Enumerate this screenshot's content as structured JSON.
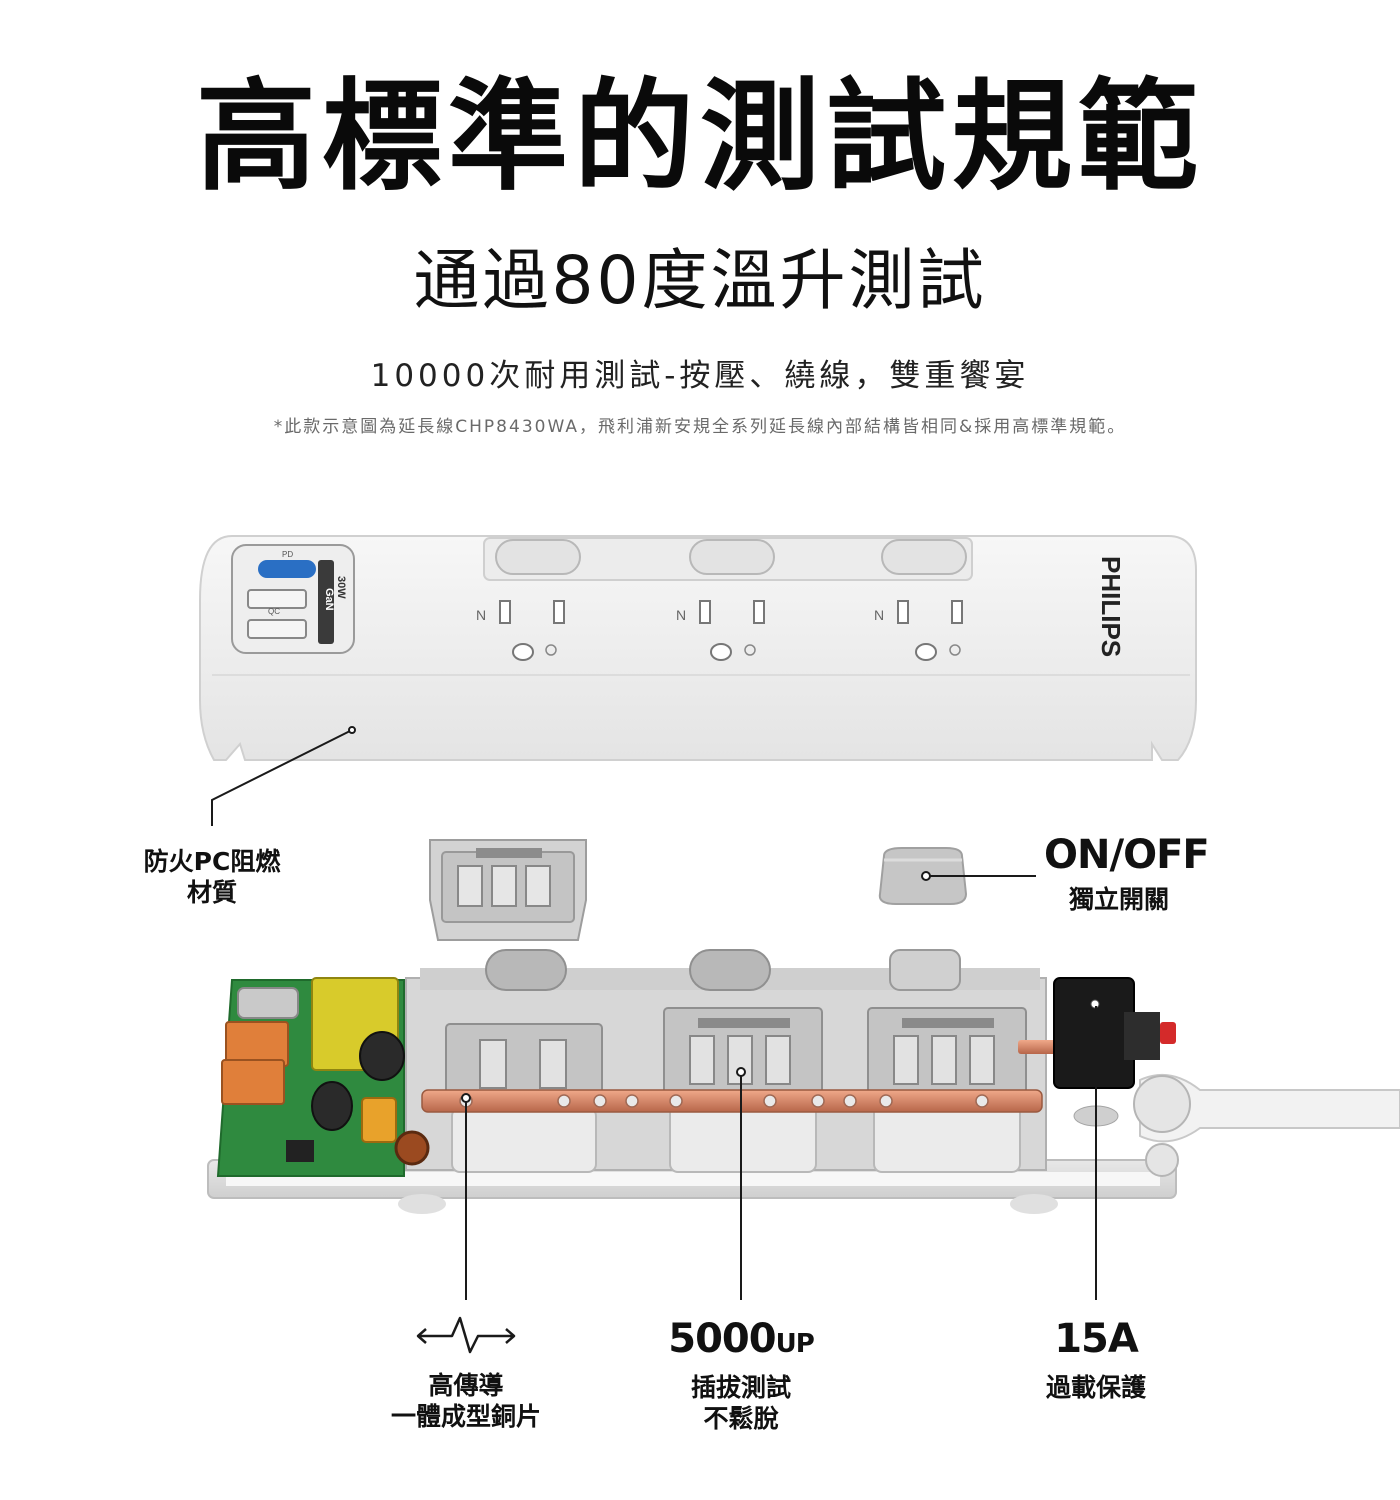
{
  "header": {
    "title": "高標準的測試規範",
    "subtitle": "通過80度溫升測試",
    "tagline": "10000次耐用測試-按壓、繞線，雙重饗宴",
    "footnote": "*此款示意圖為延長線CHP8430WA，飛利浦新安規全系列延長線內部結構皆相同&採用高標準規範。"
  },
  "product": {
    "brand": "PHILIPS",
    "port_labels": {
      "pd": "PD",
      "qc": "QC",
      "power": "30W",
      "gan": "GaN"
    },
    "socket_letter": "N"
  },
  "callouts": {
    "material": {
      "line1": "防火PC阻燃",
      "line2": "材質"
    },
    "switch": {
      "headline": "ON/OFF",
      "line1": "獨立開關"
    },
    "copper": {
      "line1": "高傳導",
      "line2": "一體成型銅片",
      "icon": "current-wave-icon"
    },
    "plug_test": {
      "headline": "5000",
      "suffix": "UP",
      "line1": "插拔測試",
      "line2": "不鬆脫"
    },
    "overload": {
      "headline": "15A",
      "line1": "過載保護"
    }
  },
  "colors": {
    "shell": "#f1f1f1",
    "module": "#c9c9c9",
    "pcb": "#2f8a3f",
    "copper": "#d9886a",
    "usb_c": "#2a6fc4",
    "usb_a": "#e07f3a",
    "transformer": "#d8cb2b",
    "switch": "#1a1a1a",
    "indicator": "#d42a2a"
  }
}
